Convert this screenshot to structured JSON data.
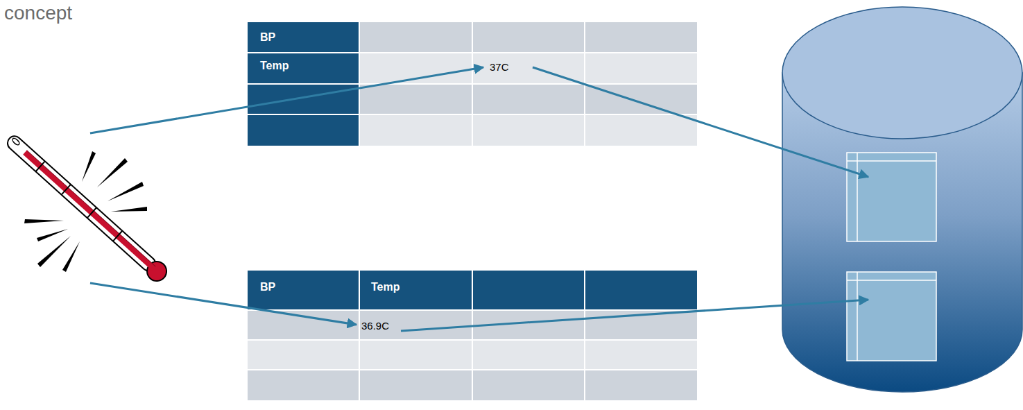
{
  "diagram": {
    "labels": [
      "concept",
      "BP",
      "Temp",
      "37C",
      "BP",
      "Temp",
      "36.9C"
    ]
  }
}
